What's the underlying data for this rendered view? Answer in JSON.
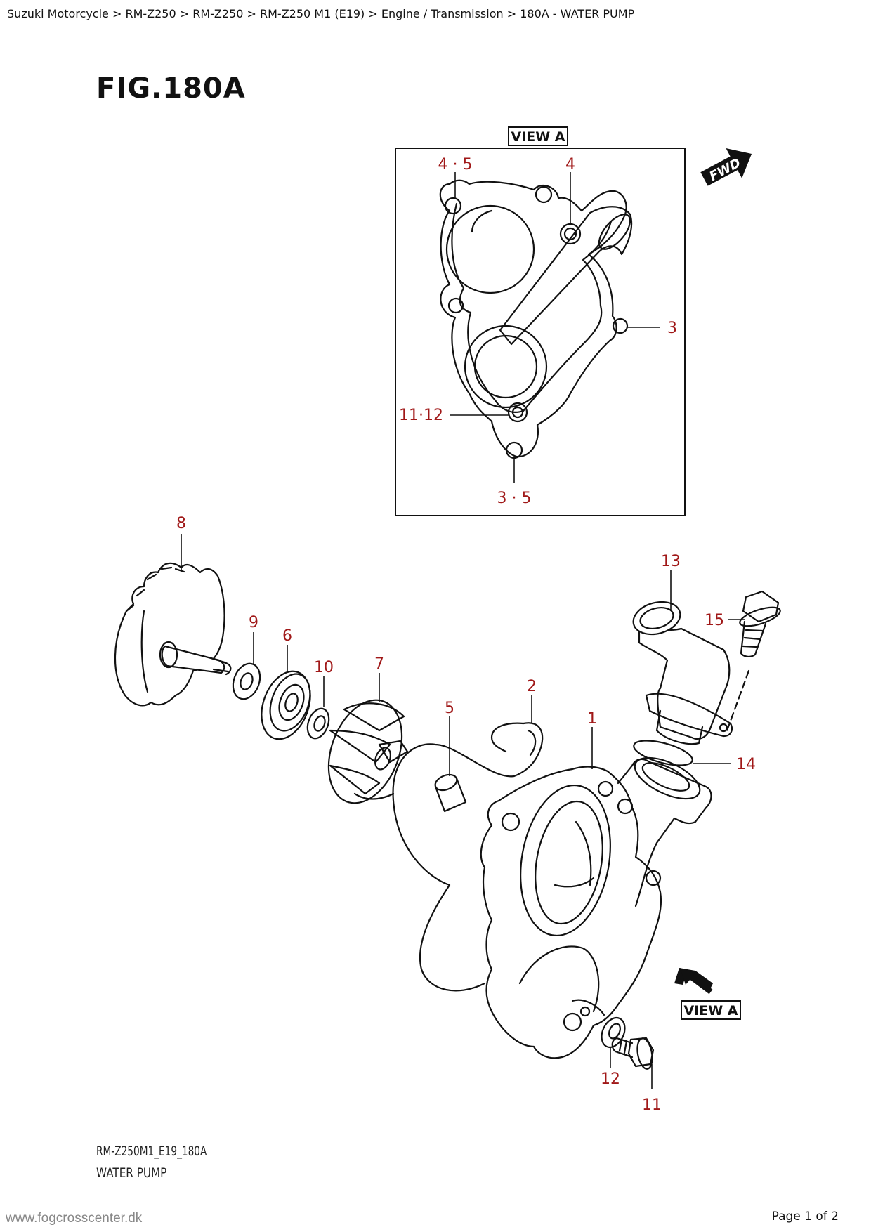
{
  "breadcrumb": "Suzuki Motorcycle > RM-Z250 > RM-Z250 > RM-Z250 M1 (E19) > Engine / Transmission > 180A - WATER PUMP",
  "figure": {
    "title": "FIG.180A",
    "view_label": "VIEW A",
    "view_reference_label": "VIEW A",
    "fwd_label": "FWD"
  },
  "view_a_callouts": [
    "4 · 5",
    "4",
    "3",
    "11·12",
    "3 · 5"
  ],
  "part_callouts": [
    "8",
    "9",
    "6",
    "10",
    "7",
    "5",
    "2",
    "1",
    "13",
    "15",
    "14",
    "12",
    "11"
  ],
  "footer": {
    "code": "RM-Z250M1_E19_180A",
    "caption": "WATER PUMP",
    "site": "www.fogcrosscenter.dk",
    "page": "Page 1 of 2"
  },
  "colors": {
    "callout": "#a01818",
    "line": "#111111"
  }
}
